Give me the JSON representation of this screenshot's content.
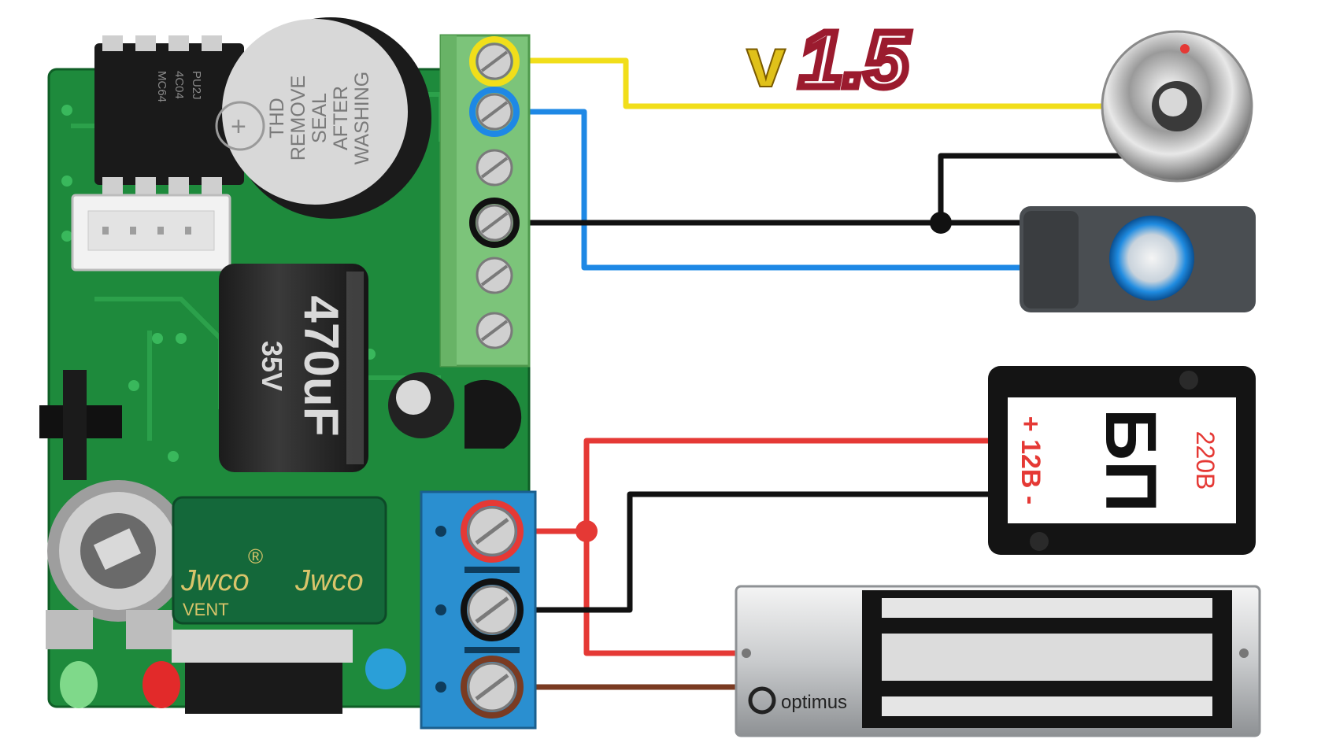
{
  "title": "v1.5",
  "buzzer": {
    "lines": [
      "THD",
      "REMOVE",
      "SEAL",
      "AFTER",
      "WASHING"
    ],
    "plus": "+"
  },
  "chip": {
    "lines": [
      "PU2J",
      "4C04",
      "MC64"
    ]
  },
  "capacitor_big": {
    "lines": [
      "470uF",
      "35V"
    ]
  },
  "capacitor_film": {
    "lines": [
      "Jwco",
      "VENT"
    ],
    "mark": "®"
  },
  "power_supply": {
    "name": "БП",
    "input": "220В",
    "output": "+ 12В -"
  },
  "maglock": {
    "brand": "optimus"
  },
  "wires": {
    "signal_yellow": "#f1de1a",
    "signal_blue": "#1e88e5",
    "ground_black": "#111111",
    "power_red": "#e53935",
    "lock_brown": "#7a3b22"
  },
  "colors": {
    "pcb": "#1e8a3c",
    "terminal_green": "#7cc47a",
    "terminal_blue": "#2a8fd0",
    "title_yellow": "#e0c11a",
    "title_red": "#9b1b2e"
  }
}
